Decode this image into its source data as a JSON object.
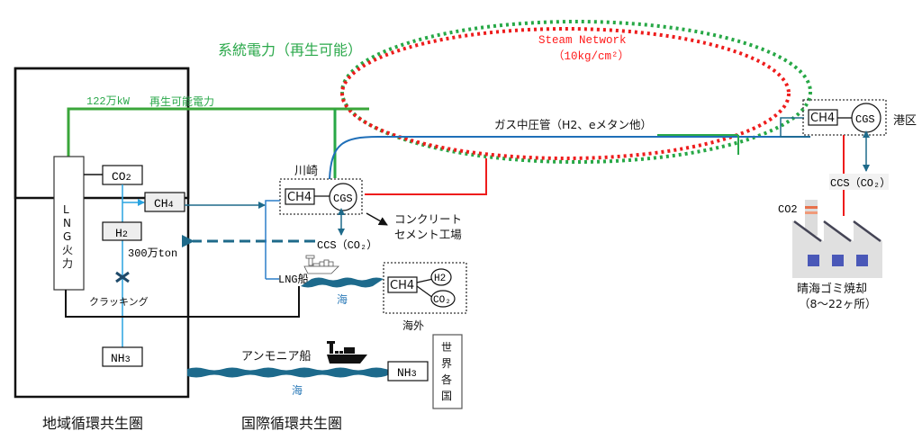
{
  "colors": {
    "green": "#3aa63a",
    "red": "#ee1c1c",
    "blue_pipe": "#1f6fb8",
    "teal": "#1e6a8a",
    "light_blue": "#29a3e0",
    "sea": "#1d6a8c",
    "black": "#111111"
  },
  "title_grid_power": "系統電力（再生可能）",
  "steam_network": {
    "line1": "Steam Network",
    "line2": "（10kg/cm²）"
  },
  "renewable": {
    "capacity": "122万kW",
    "label": "再生可能電力"
  },
  "gas_pipe_label": "ガス中圧管（H2、eメタン他）",
  "left_region": {
    "plant_label": "ＬＮＧ火力",
    "plant_chars": [
      "L",
      "N",
      "G",
      "火",
      "力"
    ],
    "co2": "CO",
    "co2_sub": "2",
    "ch4": "CH",
    "ch4_sub": "4",
    "h2": "H",
    "h2_sub": "2",
    "nh3": "NH",
    "nh3_sub": "3",
    "amount": "300万ton",
    "cracking": "クラッキング",
    "region_label": "地域循環共生圏"
  },
  "kawasaki": {
    "label": "川崎",
    "ch4": "CH4",
    "cgs": "CGS",
    "ccs": "CCS（CO₂）",
    "concrete_line1": "コンクリート",
    "concrete_line2": "セメント工場"
  },
  "lng_ship_label": "LNG船",
  "sea_label": "海",
  "overseas": {
    "label": "海外",
    "ch4": "CH4",
    "h2": "H2",
    "co2": "CO₂"
  },
  "ammonia_ship_label": "アンモニア船",
  "world": {
    "nh3": "NH",
    "nh3_sub": "3",
    "chars": [
      "世",
      "界",
      "各",
      "国"
    ]
  },
  "international_region_label": "国際循環共生圏",
  "minato": {
    "ch4": "CH4",
    "cgs": "CGS",
    "label": "港区",
    "ccs": "CCS（CO₂）"
  },
  "incinerator": {
    "co2": "CO2",
    "line1": "晴海ゴミ焼却",
    "line2": "（8～22ヶ所）"
  }
}
